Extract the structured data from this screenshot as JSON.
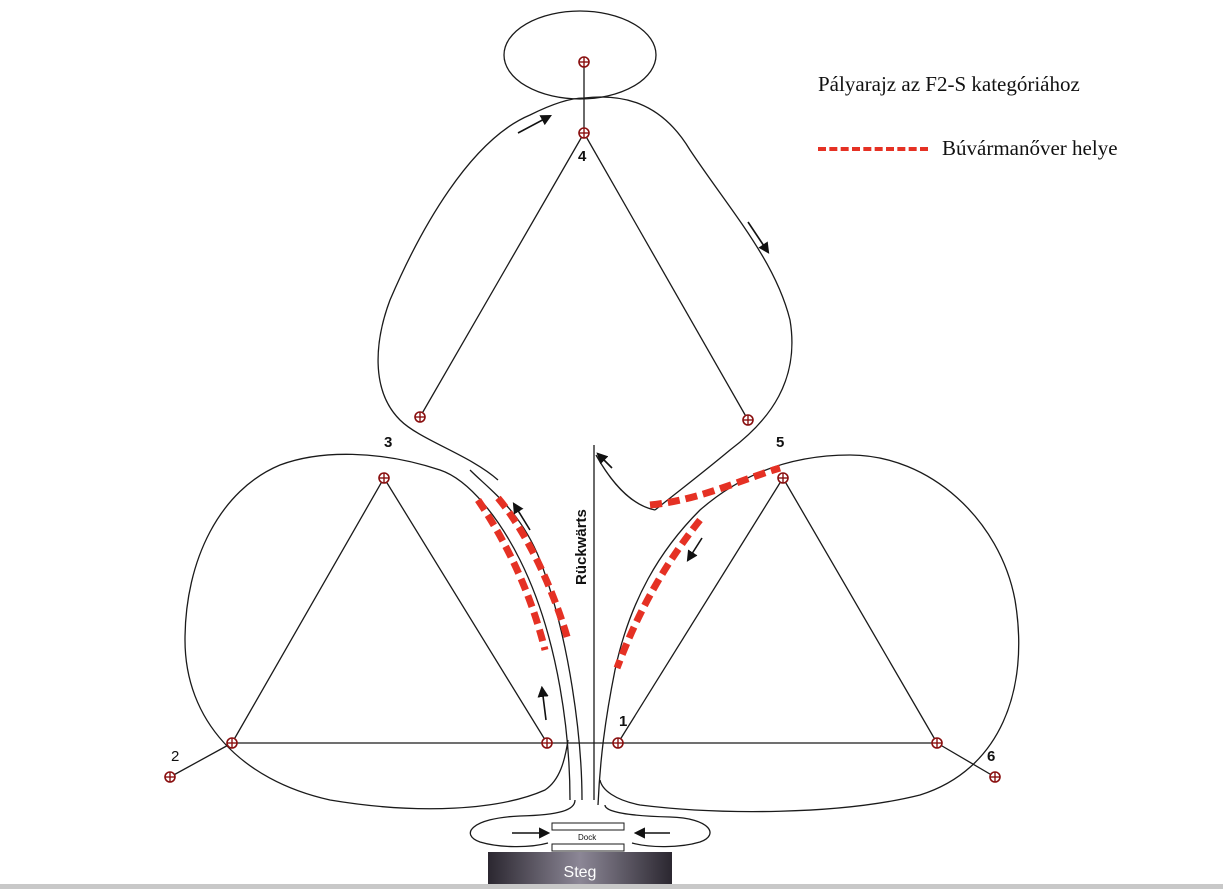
{
  "legend": {
    "title": "Pályarajz az F2-S kategóriához",
    "dive_label": "Búvármanőver helye",
    "dive_color": "#e53124"
  },
  "buoys": {
    "b1": "1",
    "b2": "2",
    "b3": "3",
    "b4": "4",
    "b5": "5",
    "b6": "6"
  },
  "labels": {
    "reverse": "Rückwärts",
    "dock": "Dock",
    "steg": "Steg"
  },
  "colors": {
    "track": "#1a1a1a",
    "buoy": "#8a1010",
    "steg": "#4a4550"
  }
}
